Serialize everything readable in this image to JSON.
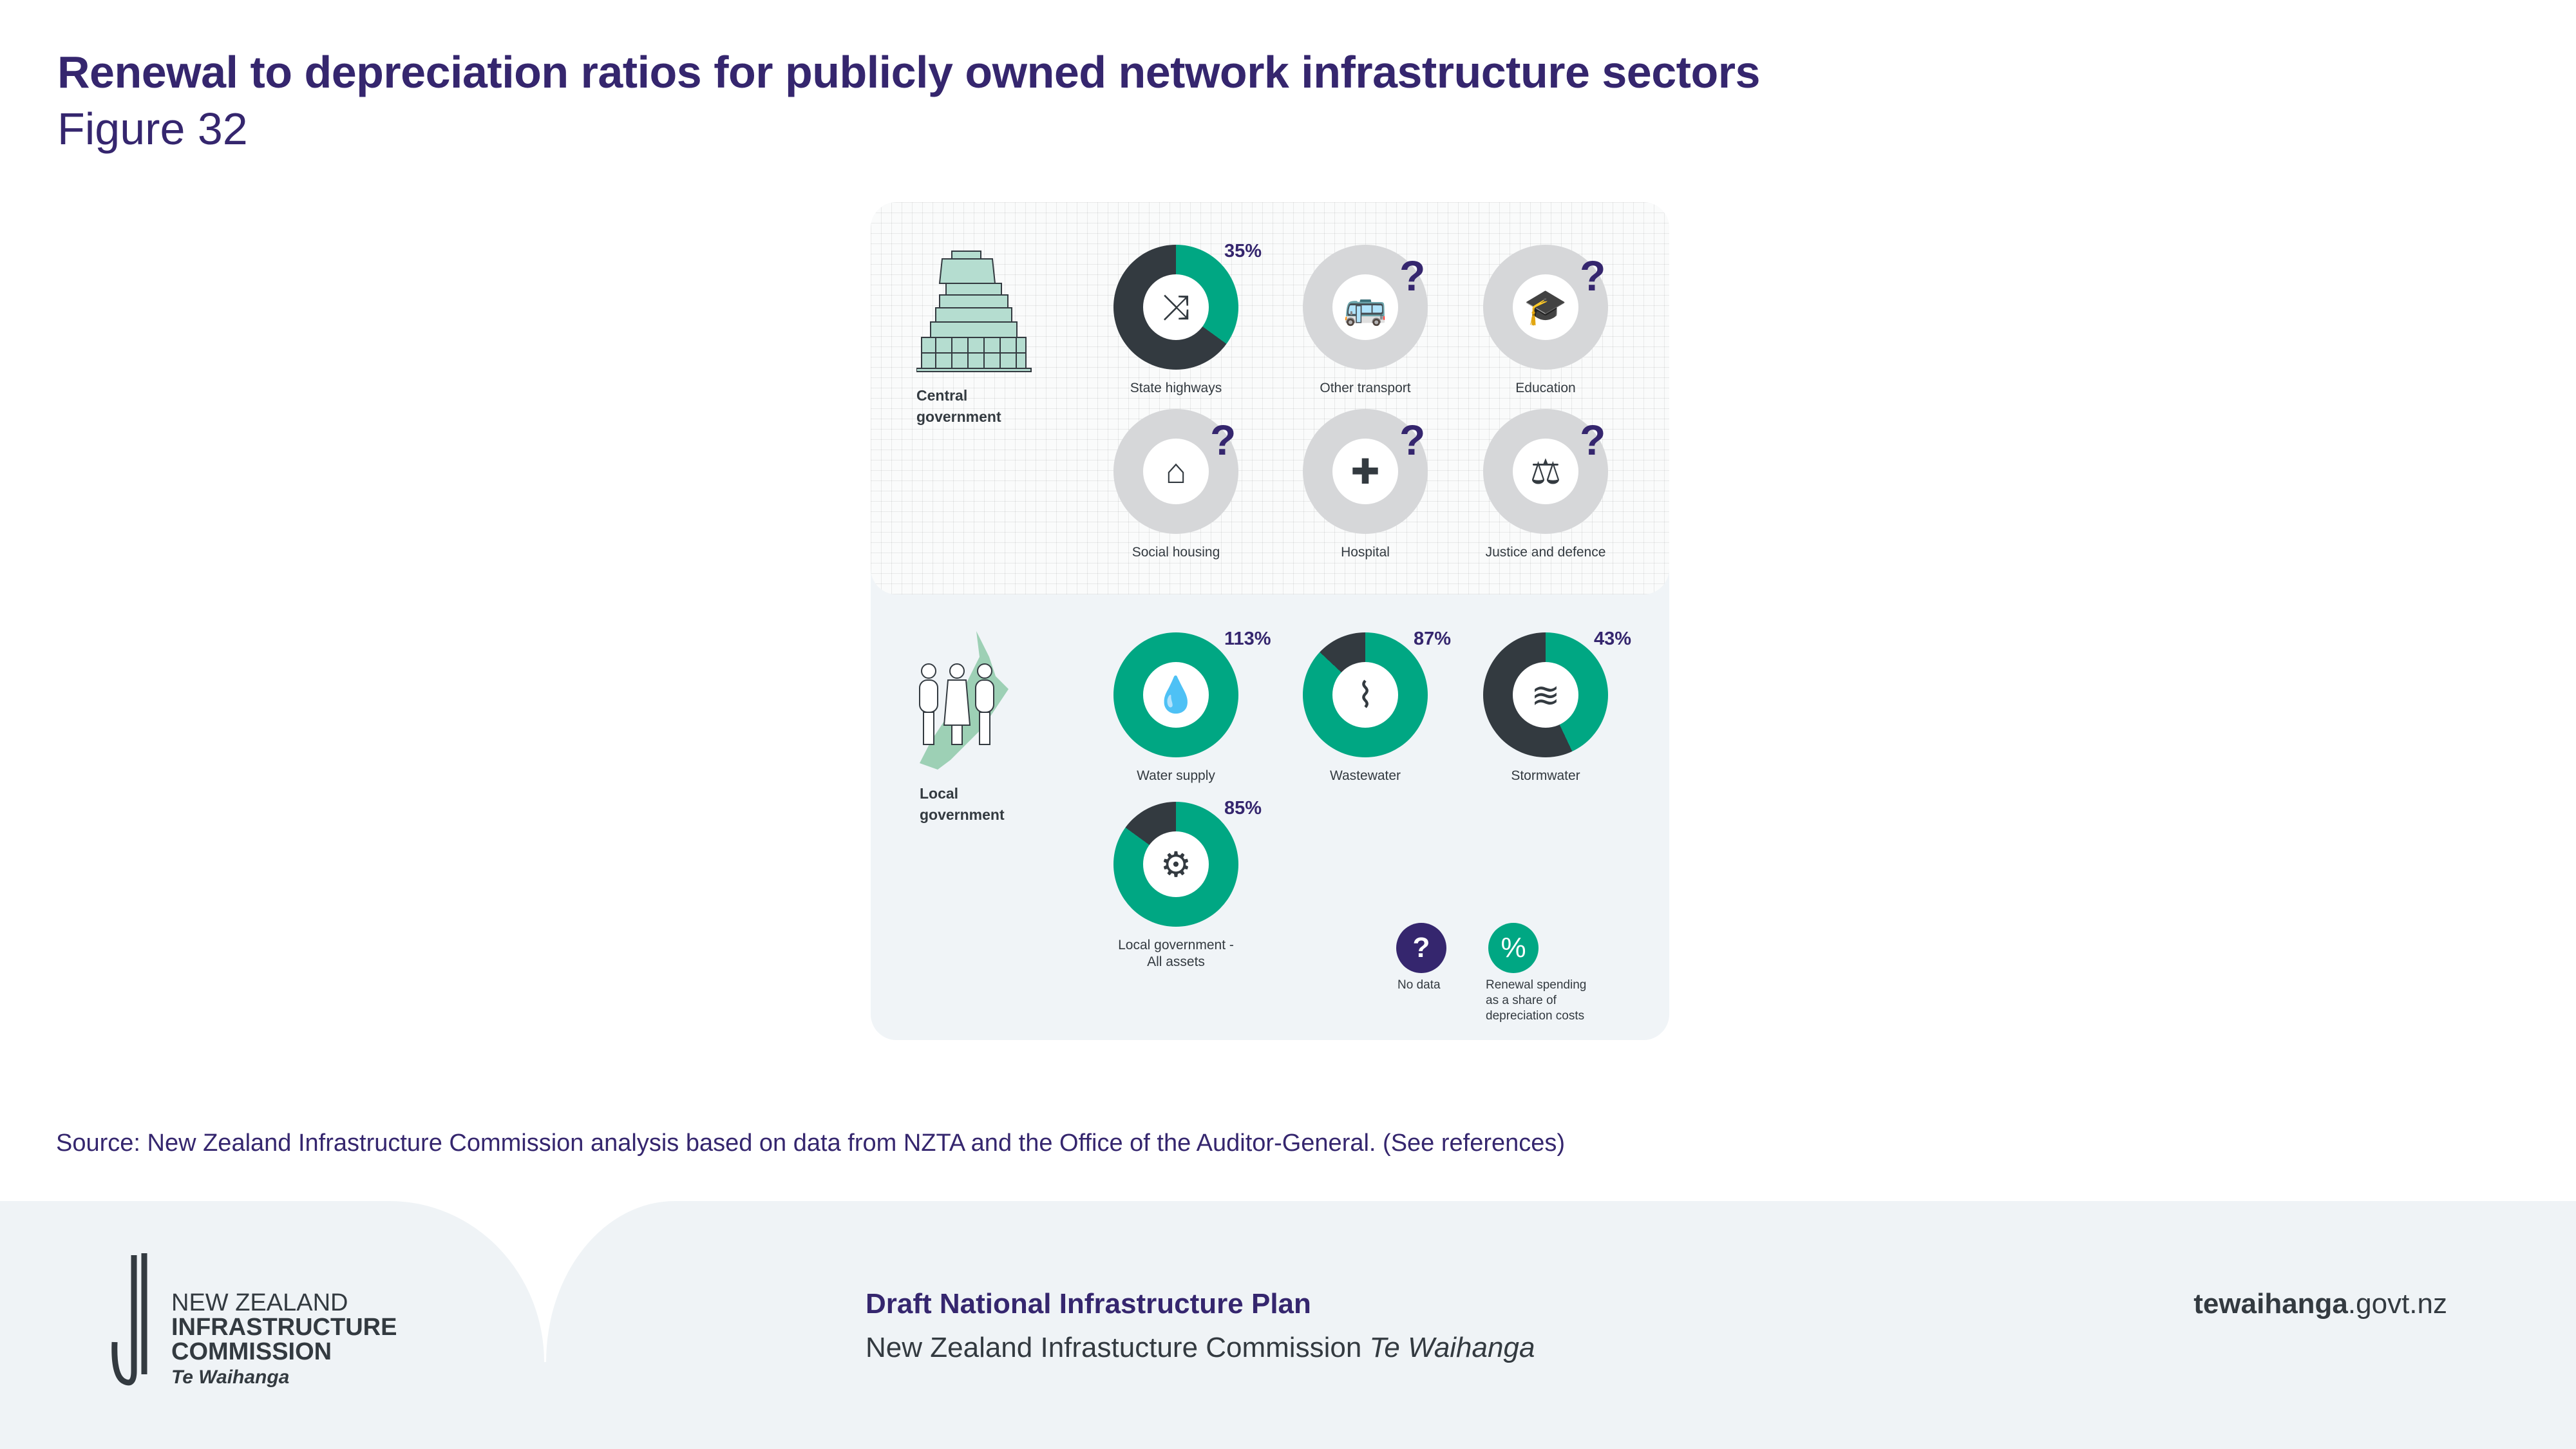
{
  "title": "Renewal to depreciation ratios for publicly owned network infrastructure sectors",
  "subtitle": "Figure 32",
  "colors": {
    "renewal": "#00a783",
    "remaining": "#333a40",
    "no_data": "#d6d7d9",
    "accent": "#35266e"
  },
  "chart_data": {
    "type": "donut",
    "title": "Renewal to depreciation ratios for publicly owned network infrastructure sectors",
    "groups": [
      {
        "name": "Central government",
        "items": [
          {
            "label": "State highways",
            "value": 35,
            "value_label": "35%",
            "icon": "road-interchange-icon"
          },
          {
            "label": "Other transport",
            "value": null,
            "value_label": "?",
            "icon": "bus-icon"
          },
          {
            "label": "Education",
            "value": null,
            "value_label": "?",
            "icon": "graduation-cap-icon"
          },
          {
            "label": "Social housing",
            "value": null,
            "value_label": "?",
            "icon": "house-hand-icon"
          },
          {
            "label": "Hospital",
            "value": null,
            "value_label": "?",
            "icon": "medical-cross-icon"
          },
          {
            "label": "Justice and defence",
            "value": null,
            "value_label": "?",
            "icon": "gavel-icon"
          }
        ]
      },
      {
        "name": "Local government",
        "items": [
          {
            "label": "Water supply",
            "value": 113,
            "value_label": "113%",
            "icon": "water-gear-icon"
          },
          {
            "label": "Wastewater",
            "value": 87,
            "value_label": "87%",
            "icon": "pipe-outflow-icon"
          },
          {
            "label": "Stormwater",
            "value": 43,
            "value_label": "43%",
            "icon": "drain-icon"
          },
          {
            "label": "Local government - All assets",
            "value": 85,
            "value_label": "85%",
            "icon": "gears-chart-icon"
          }
        ]
      }
    ],
    "legend": [
      {
        "symbol": "?",
        "label": "No data"
      },
      {
        "symbol": "%",
        "label": "Renewal spending as a share of depreciation costs"
      }
    ]
  },
  "group_labels": {
    "central": [
      "Central",
      "government"
    ],
    "local": [
      "Local",
      "government"
    ]
  },
  "all_assets_label": [
    "Local government -",
    "All assets"
  ],
  "legend_labels": {
    "no_data": "No data",
    "renewal": [
      "Renewal spending",
      "as a share of",
      "depreciation costs"
    ]
  },
  "source": "Source: New Zealand Infrastructure Commission analysis based on data from NZTA and the Office of the Auditor-General. (See references)",
  "footer": {
    "plan": "Draft National Infrastructure Plan",
    "org": "New Zealand Infrastucture Commission",
    "org_italic": "Te Waihanga",
    "site_bold": "tewaihanga",
    "site_rest": ".govt.nz",
    "logo": [
      "NEW ZEALAND",
      "INFRASTRUCTURE",
      "COMMISSION",
      "Te Waihanga"
    ]
  }
}
